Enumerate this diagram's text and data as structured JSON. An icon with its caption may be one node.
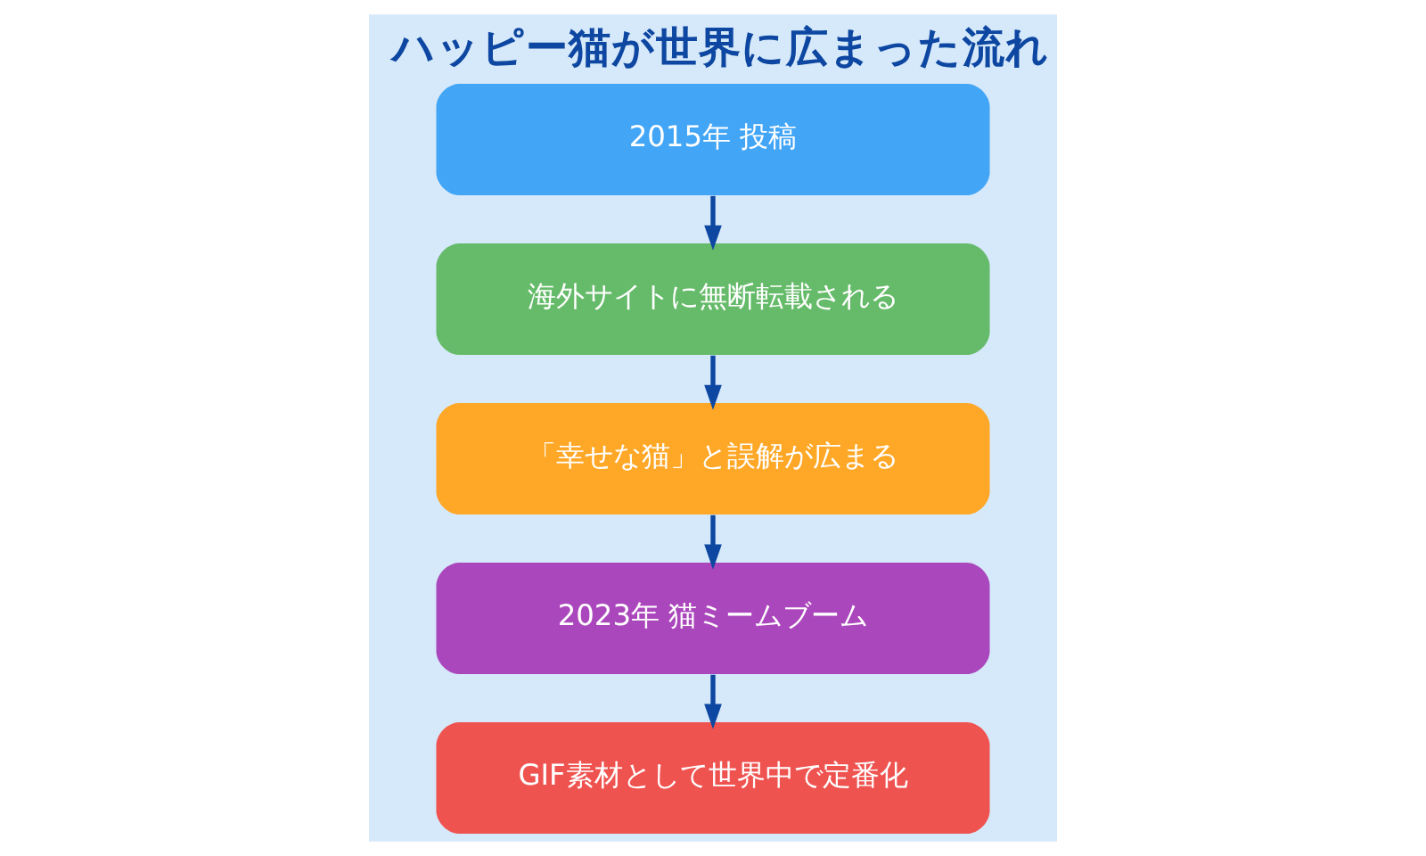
{
  "diagram": {
    "title": "ハッピー猫が世界に広まった流れ",
    "nodes": [
      {
        "text": [
          "2015年 投稿"
        ]
      },
      {
        "text": [
          "海外サイトに無断転載される"
        ]
      },
      {
        "text": [
          "「幸せな猫」と誤解が広まる"
        ]
      },
      {
        "text": [
          "2023年 猫ミームブーム"
        ]
      },
      {
        "text": [
          "GIF素材として世界中で定番化"
        ]
      }
    ],
    "edges": [
      {
        "from": 0,
        "to": 1,
        "arrow": "to"
      },
      {
        "from": 1,
        "to": 2,
        "arrow": "to"
      },
      {
        "from": 2,
        "to": 3,
        "arrow": "to"
      },
      {
        "from": 3,
        "to": 4,
        "arrow": "to"
      }
    ]
  }
}
